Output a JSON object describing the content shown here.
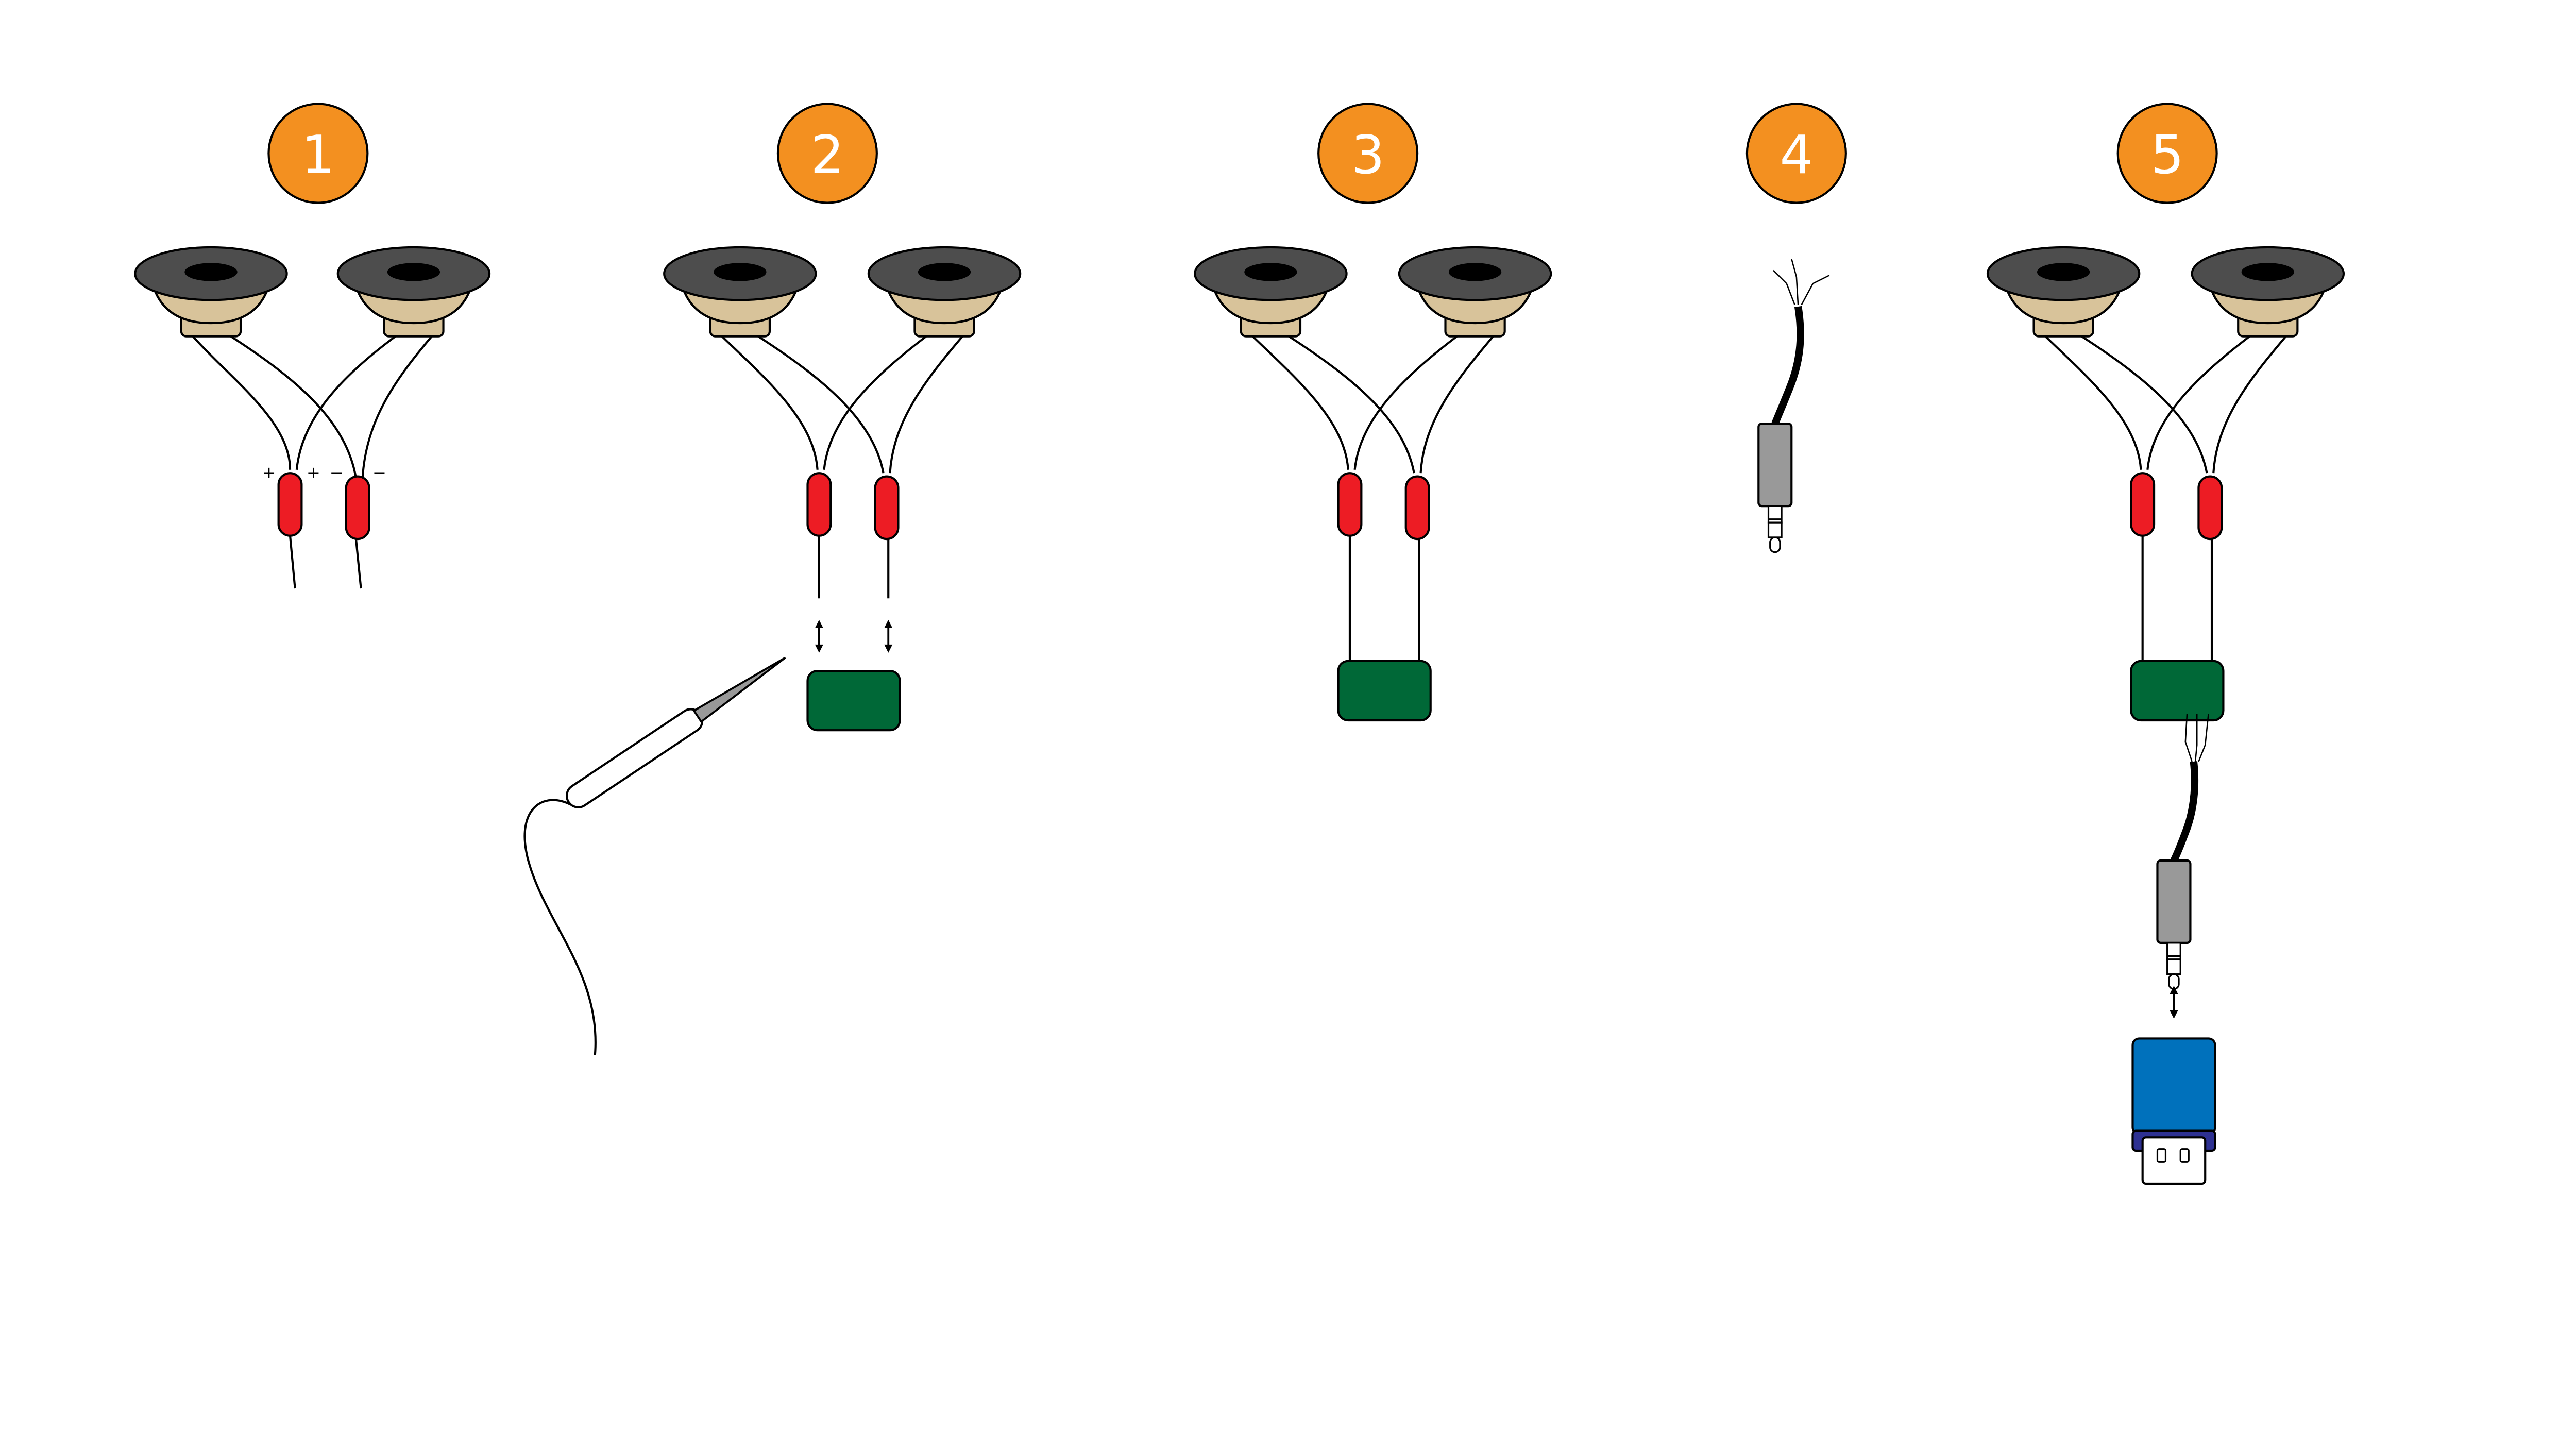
{
  "steps": [
    {
      "number": "1"
    },
    {
      "number": "2"
    },
    {
      "number": "3"
    },
    {
      "number": "4"
    },
    {
      "number": "5"
    }
  ],
  "polarity": {
    "plus": "+",
    "minus": "−"
  },
  "colors": {
    "badge": "#F39020",
    "badge_text": "#ffffff",
    "speaker_dark": "#4D4D4D",
    "speaker_base": "#D8C39A",
    "resistor": "#ED1C24",
    "board": "#006837",
    "jack": "#999999",
    "usb_body": "#0071BC",
    "usb_collar": "#2E3192",
    "outline": "#000000"
  },
  "icons": [
    "speaker-icon",
    "resistor-icon",
    "circuit-board-icon",
    "audio-jack-icon",
    "soldering-iron-icon",
    "usb-stick-icon",
    "double-arrow-icon"
  ]
}
